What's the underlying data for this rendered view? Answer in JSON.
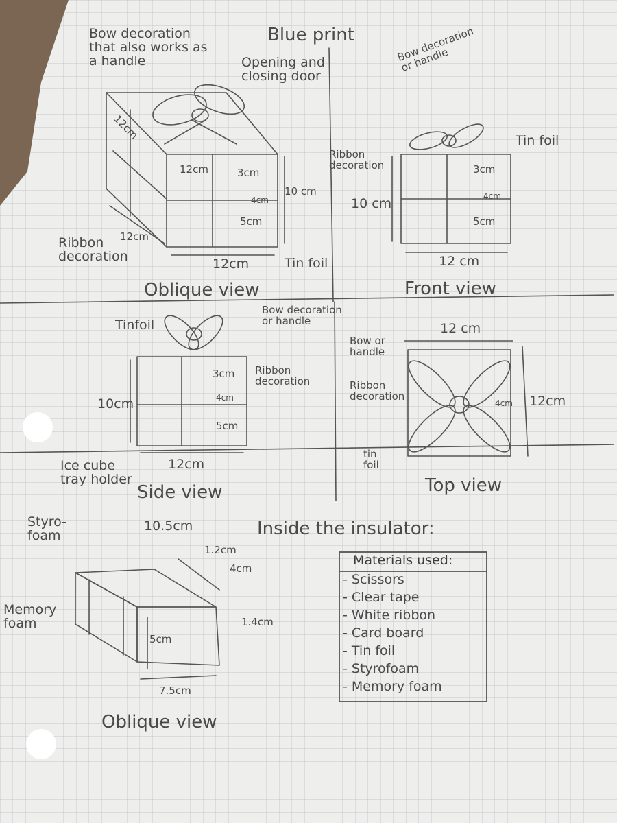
{
  "title": "Blue print",
  "oblique_top": {
    "caption": "Oblique view",
    "bow_label": "Bow decoration\nthat also works as\na handle",
    "door_label": "Opening and\nclosing door",
    "ribbon_label": "Ribbon\ndecoration",
    "tinfoil_label": "Tin foil",
    "dims": [
      "12cm",
      "12cm",
      "12cm",
      "12cm",
      "3cm",
      "4cm",
      "5cm",
      "10 cm"
    ]
  },
  "front_view": {
    "caption": "Front view",
    "bow_label": "Bow decoration\nor handle",
    "ribbon_label": "Ribbon\ndecoration",
    "tinfoil_label": "Tin foil",
    "dims": [
      "10 cm",
      "3cm",
      "4cm",
      "5cm",
      "12 cm"
    ]
  },
  "side_view": {
    "caption": "Side view",
    "tinfoil_label": "Tinfoil",
    "bow_label": "Bow decoration\nor handle",
    "ribbon_label": "Ribbon\ndecoration",
    "dims": [
      "10cm",
      "3cm",
      "4cm",
      "5cm",
      "12cm"
    ]
  },
  "top_view": {
    "caption": "Top view",
    "width_dim": "12 cm",
    "height_dim": "12cm",
    "small_dim": "4cm",
    "bow_label": "Bow or\nhandle",
    "ribbon_label": "Ribbon\ndecoration",
    "tinfoil_label": "tin\nfoil"
  },
  "inside": {
    "heading": "Inside the insulator:",
    "ice_label": "Ice cube\ntray holder",
    "styro_label": "Styro-\nfoam",
    "memory_label": "Memory\nfoam",
    "caption": "Oblique view",
    "dims": [
      "10.5cm",
      "1.2cm",
      "4cm",
      "1.4cm",
      "5cm",
      "7.5cm"
    ]
  },
  "materials": {
    "header": "Materials used:",
    "items": [
      "- Scissors",
      "- Clear tape",
      "- White ribbon",
      "- Card board",
      "- Tin foil",
      "- Styrofoam",
      "- Memory foam"
    ]
  },
  "colors": {
    "paper": "#eeeeec",
    "grid": "#c2c7cf",
    "pencil": "#555555",
    "table_border": "#555555",
    "background": "#7a6652"
  }
}
